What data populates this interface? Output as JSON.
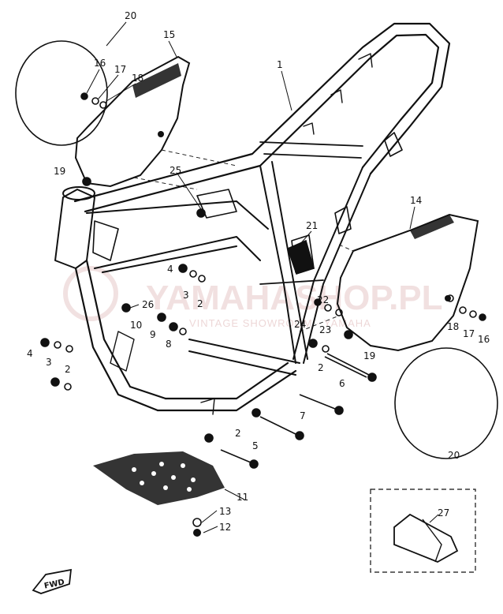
{
  "callouts": {
    "c1": "1",
    "c2a": "2",
    "c2b": "2",
    "c2c": "2",
    "c2d": "2",
    "c3a": "3",
    "c3b": "3",
    "c4a": "4",
    "c4b": "4",
    "c5": "5",
    "c6": "6",
    "c7": "7",
    "c8": "8",
    "c9": "9",
    "c10": "10",
    "c11": "11",
    "c12": "12",
    "c13": "13",
    "c14": "14",
    "c15": "15",
    "c16a": "16",
    "c16b": "16",
    "c17a": "17",
    "c17b": "17",
    "c18a": "18",
    "c18b": "18",
    "c19a": "19",
    "c19b": "19",
    "c20a": "20",
    "c20b": "20",
    "c21": "21",
    "c22": "22",
    "c23": "23",
    "c24": "24",
    "c25": "25",
    "c26": "26",
    "c27": "27"
  },
  "watermark": {
    "main": "YAMAHASHOP.PL",
    "sub": "VINTAGE SHOWROOM  ·  YAMAHA"
  },
  "fwd_label": "FWD",
  "colors": {
    "ink": "#111111",
    "watermark": "#d8a8a8",
    "paper": "#ffffff"
  }
}
